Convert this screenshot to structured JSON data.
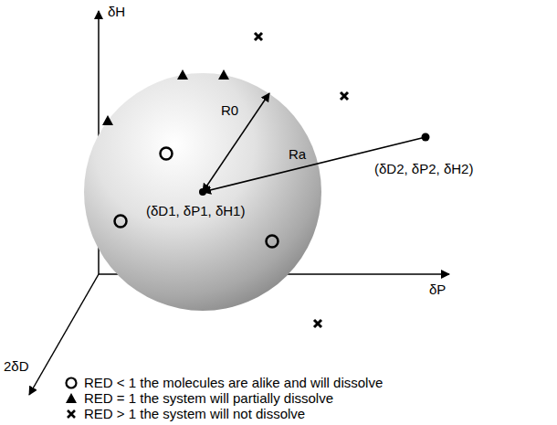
{
  "diagram": {
    "labels": [
      "δH",
      "δP",
      "2δD",
      "R0",
      "Ra",
      "(δD1, δP1, δH1)",
      "(δD2, δP2, δH2)"
    ],
    "legend": [
      {
        "text": "RED < 1 the molecules are alike and will dissolve"
      },
      {
        "text": "RED = 1 the system will partially dissolve"
      },
      {
        "text": "RED > 1 the system will not dissolve"
      }
    ]
  }
}
